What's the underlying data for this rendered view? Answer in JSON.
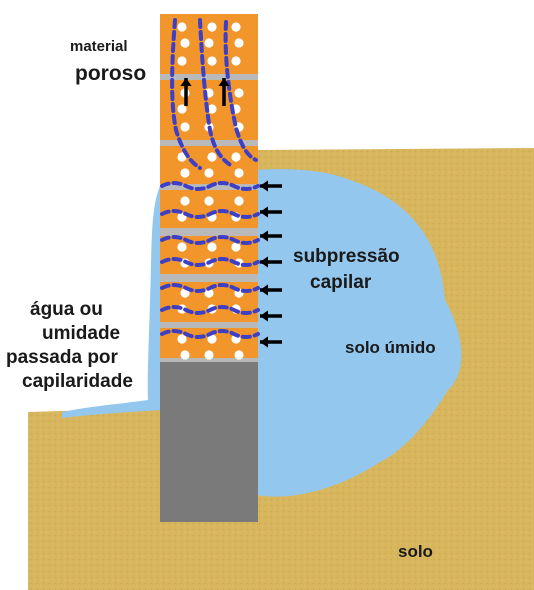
{
  "labels": {
    "material": "material",
    "poroso": "poroso",
    "subpressao": "subpressão",
    "capilar": "capilar",
    "agua_line1": "água ou",
    "agua_line2": "umidade",
    "agua_line3": "passada por",
    "agua_line4": "capilaridade",
    "solo_umido": "solo úmido",
    "solo": "solo"
  },
  "colors": {
    "soil": "#d8b65e",
    "wet_soil": "#93c7ee",
    "brick": "#f2952a",
    "mortar": "#b9b9b9",
    "foundation": "#7a7a7a",
    "moisture_line": "#3d3fc4",
    "arrow": "#000000"
  }
}
